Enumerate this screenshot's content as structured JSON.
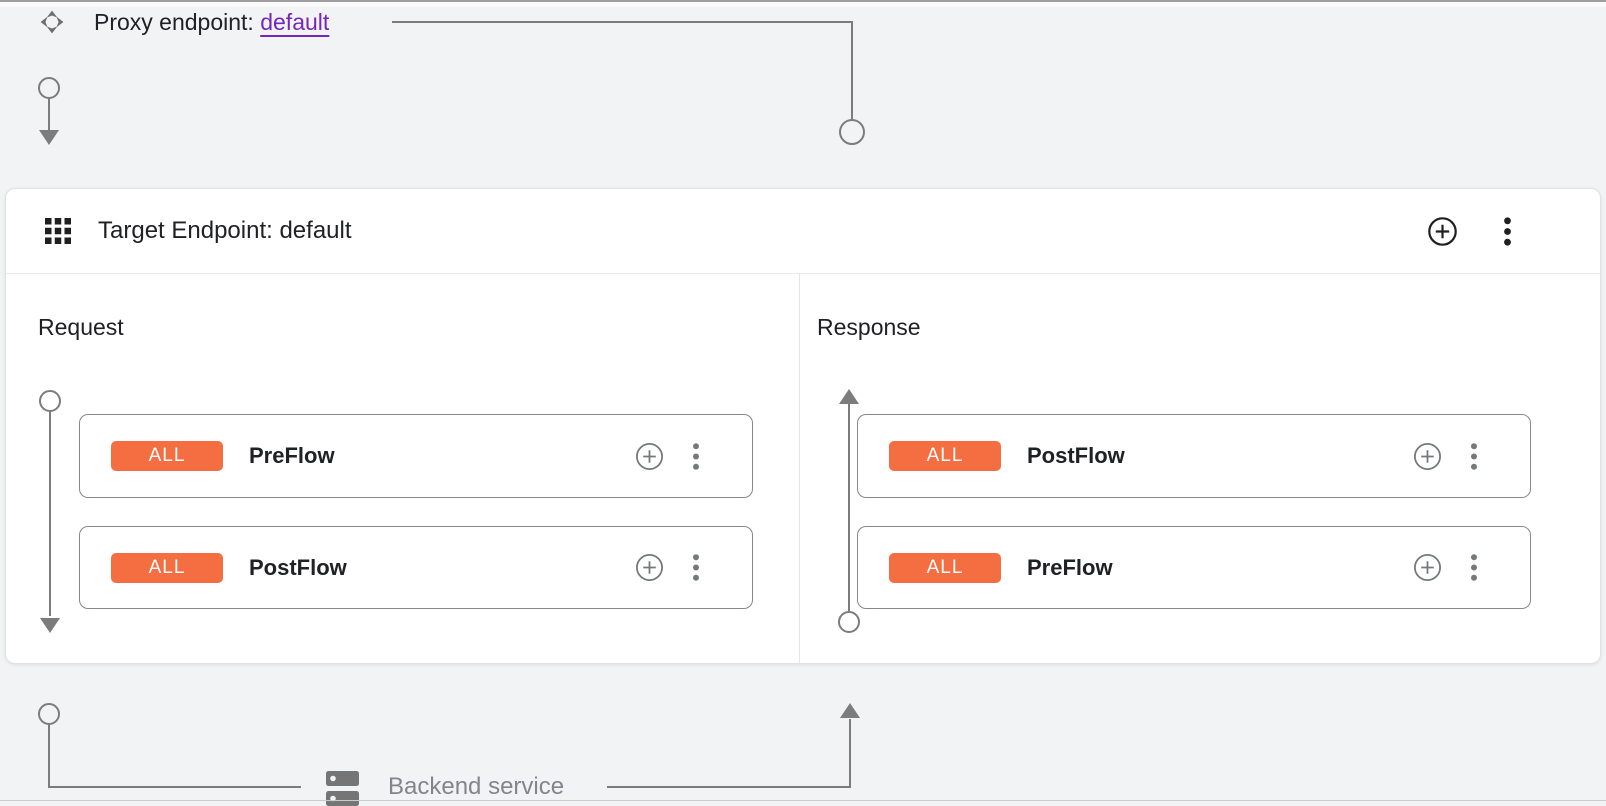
{
  "colors": {
    "background": "#f1f3f4",
    "surface": "#ffffff",
    "rail_gray": "#7c7c7c",
    "text_primary": "#202124",
    "text_secondary": "#82868a",
    "badge_orange": "#f46e42",
    "link_purple": "#7627bb"
  },
  "proxy_endpoint": {
    "icon": "move-arrows-icon",
    "label": "Proxy endpoint:",
    "link_text": "default"
  },
  "target_endpoint": {
    "icon": "grid-icon",
    "title": "Target Endpoint: default",
    "actions": {
      "add": "add-circle-icon",
      "more": "more-vert-icon"
    },
    "request": {
      "title": "Request",
      "flows": [
        {
          "badge": "ALL",
          "name": "PreFlow"
        },
        {
          "badge": "ALL",
          "name": "PostFlow"
        }
      ]
    },
    "response": {
      "title": "Response",
      "flows": [
        {
          "badge": "ALL",
          "name": "PostFlow"
        },
        {
          "badge": "ALL",
          "name": "PreFlow"
        }
      ]
    }
  },
  "backend_service": {
    "icon": "dns-icon",
    "label": "Backend service"
  }
}
